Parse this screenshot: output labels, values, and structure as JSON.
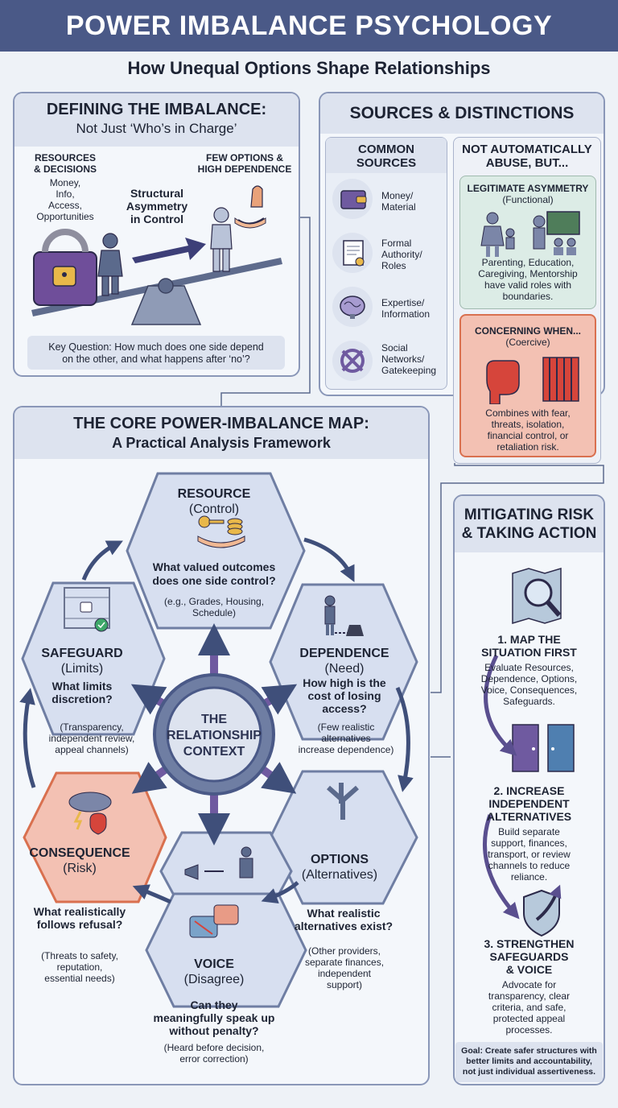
{
  "header": {
    "title": "POWER IMBALANCE PSYCHOLOGY",
    "subtitle": "How Unequal Options Shape Relationships"
  },
  "defining": {
    "title_line1": "DEFINING THE IMBALANCE:",
    "title_line2": "Not Just ‘Who’s in Charge’",
    "left_label_1": "RESOURCES",
    "left_label_2": "& DECISIONS",
    "left_items": [
      "Money,",
      "Info,",
      "Access,",
      "Opportunities"
    ],
    "right_label_1": "FEW OPTIONS &",
    "right_label_2": "HIGH DEPENDENCE",
    "center_1": "Structural",
    "center_2": "Asymmetry",
    "center_3": "in Control",
    "key_q1": "Key Question: How much does one side depend",
    "key_q2": "on the other, and what happens after ‘no’?"
  },
  "sources": {
    "title": "SOURCES & DISTINCTIONS",
    "common_title_1": "COMMON",
    "common_title_2": "SOURCES",
    "items": [
      {
        "l1": "Money/",
        "l2": "Material",
        "l3": ""
      },
      {
        "l1": "Formal",
        "l2": "Authority/",
        "l3": "Roles"
      },
      {
        "l1": "Expertise/",
        "l2": "Information",
        "l3": ""
      },
      {
        "l1": "Social",
        "l2": "Networks/",
        "l3": "Gatekeeping"
      }
    ],
    "not_title_1": "NOT AUTOMATICALLY",
    "not_title_2": "ABUSE, BUT...",
    "legit_title": "LEGITIMATE ASYMMETRY",
    "legit_sub": "(Functional)",
    "legit_text": [
      "Parenting, Education,",
      "Caregiving, Mentorship",
      "have valid roles with",
      "boundaries."
    ],
    "concern_title": "CONCERNING WHEN...",
    "concern_sub": "(Coercive)",
    "concern_text": [
      "Combines with fear,",
      "threats, isolation,",
      "financial control, or",
      "retaliation risk."
    ]
  },
  "map": {
    "title_line1": "THE CORE POWER-IMBALANCE MAP:",
    "title_line2": "A Practical Analysis Framework",
    "center": [
      "THE",
      "RELATIONSHIP",
      "CONTEXT"
    ],
    "resource": {
      "name": "RESOURCE",
      "sub": "(Control)",
      "q": [
        "What valued outcomes",
        "does one side control?"
      ],
      "eg": [
        "(e.g., Grades, Housing,",
        "Schedule)"
      ]
    },
    "dependence": {
      "name": "DEPENDENCE",
      "sub": "(Need)",
      "q": [
        "How high is the",
        "cost of losing",
        "access?"
      ],
      "eg": [
        "(Few realistic",
        "alternatives",
        "increase dependence)"
      ]
    },
    "options": {
      "name": "OPTIONS",
      "sub": "(Alternatives)",
      "q": [
        "What realistic",
        "alternatives exist?"
      ],
      "eg": [
        "(Other providers,",
        "separate finances,",
        "independent",
        "support)"
      ]
    },
    "voice": {
      "name": "VOICE",
      "sub": "(Disagree)",
      "q": [
        "Can they",
        "meaningfully speak up",
        "without penalty?"
      ],
      "eg": [
        "(Heard before decision,",
        "error correction)"
      ]
    },
    "consequence": {
      "name": "CONSEQUENCE",
      "sub": "(Risk)",
      "q": [
        "What realistically",
        "follows refusal?"
      ],
      "eg": [
        "(Threats to safety,",
        "reputation,",
        "essential needs)"
      ]
    },
    "safeguard": {
      "name": "SAFEGUARD",
      "sub": "(Limits)",
      "q": [
        "What limits",
        "discretion?"
      ],
      "eg": [
        "(Transparency,",
        "independent review,",
        "appeal channels)"
      ]
    }
  },
  "mitigating": {
    "title_1": "MITIGATING RISK",
    "title_2": "& TAKING ACTION",
    "steps": [
      {
        "title": [
          "1. MAP THE",
          "SITUATION FIRST"
        ],
        "text": [
          "Evaluate Resources,",
          "Dependence, Options,",
          "Voice, Consequences,",
          "Safeguards."
        ]
      },
      {
        "title": [
          "2. INCREASE",
          "INDEPENDENT",
          "ALTERNATIVES"
        ],
        "text": [
          "Build separate",
          "support, finances,",
          "transport, or review",
          "channels to reduce",
          "reliance."
        ]
      },
      {
        "title": [
          "3. STRENGTHEN",
          "SAFEGUARDS",
          "& VOICE"
        ],
        "text": [
          "Advocate for",
          "transparency, clear",
          "criteria, and safe,",
          "protected appeal",
          "processes."
        ]
      }
    ],
    "goal": [
      "Goal: Create safer structures with",
      "better limits and accountability,",
      "not just individual assertiveness."
    ]
  },
  "colors": {
    "header": "#4a5987",
    "panel_border": "#8a97b8",
    "coercive": "#f3c1b3",
    "functional": "#dcece6",
    "hex": "#d7dff0",
    "accent": "#5a4f8f"
  }
}
